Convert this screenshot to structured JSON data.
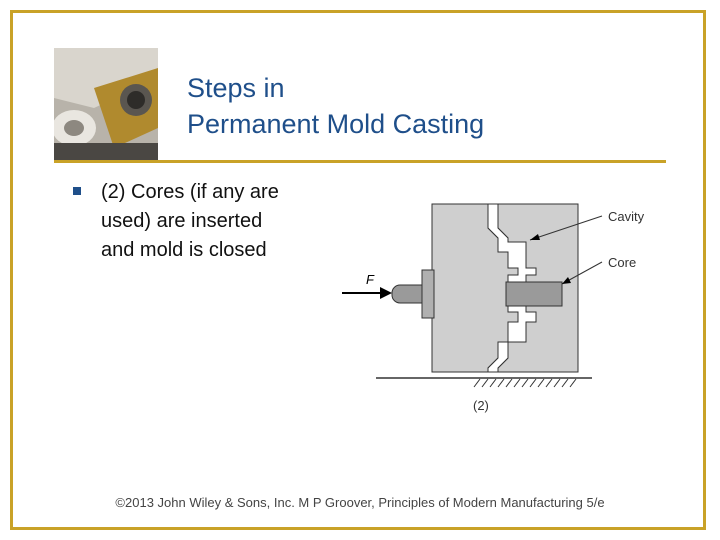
{
  "slide": {
    "title_line1": "Steps in",
    "title_line2": "Permanent Mold Casting",
    "bullet": "(2) Cores (if any are used) are inserted and mold is closed",
    "footer": "©2013 John Wiley & Sons, Inc.  M P Groover, Principles of Modern Manufacturing 5/e"
  },
  "figure": {
    "label_cavity": "Cavity",
    "label_core": "Core",
    "label_force": "F",
    "caption": "(2)"
  },
  "colors": {
    "accent": "#c9a227",
    "title": "#1f4f8a",
    "mold": "#cfcfcf",
    "core": "#9a9a9a"
  }
}
